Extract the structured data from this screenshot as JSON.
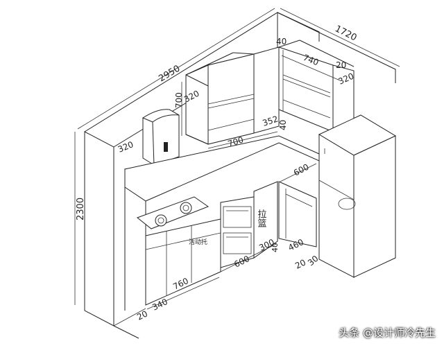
{
  "dimensions": {
    "total_length": "2950",
    "side_length": "1720",
    "height": "2300",
    "cab_depth_left": "320",
    "wall_height": "700",
    "cab_top_40": "40",
    "cab_740": "740",
    "cab_20": "20",
    "cab_320_right": "320",
    "hood_320": "320",
    "span_700": "700",
    "span_352": "352",
    "span_40b": "40",
    "fridge_600": "600",
    "oven_600": "600",
    "base_760": "760",
    "base_340": "340",
    "base_20": "20",
    "base_300": "300",
    "base_40": "40",
    "base_460": "460",
    "base_20b": "20",
    "base_30": "30"
  },
  "labels": {
    "basket": "拉篮",
    "movable_tray": "活动托"
  },
  "watermark": {
    "text": "头条 @设计师冷先生"
  }
}
